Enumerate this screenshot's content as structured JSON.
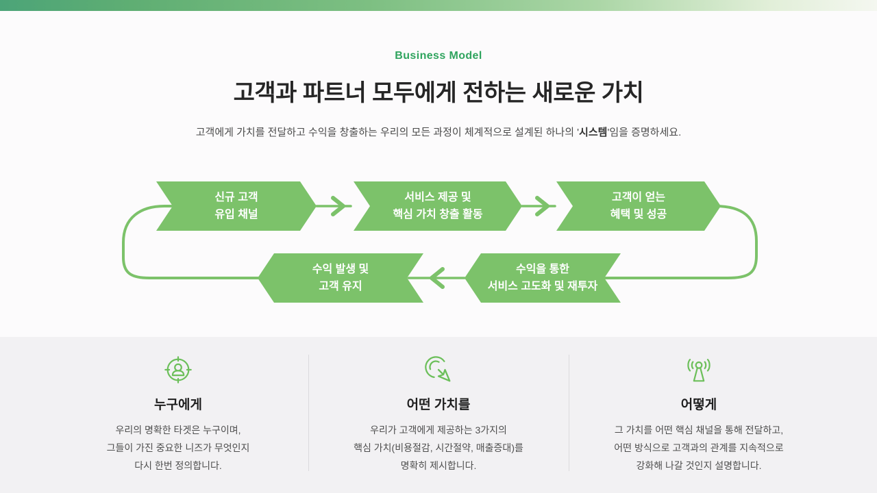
{
  "header": {
    "eyebrow": "Business Model",
    "title": "고객과 파트너 모두에게 전하는 새로운 가치",
    "subtitle_prefix": "고객에게 가치를 전달하고 수익을 창출하는 우리의 모든 과정이 체계적으로 설계된 하나의 '",
    "subtitle_bold": "시스템",
    "subtitle_suffix": "'임을 증명하세요."
  },
  "flow": {
    "steps": [
      {
        "line1": "신규 고객",
        "line2": "유입 채널"
      },
      {
        "line1": "서비스 제공 및",
        "line2": "핵심 가치 창출 활동"
      },
      {
        "line1": "고객이 얻는",
        "line2": "혜택 및 성공"
      },
      {
        "line1": "수익 발생 및",
        "line2": "고객 유지"
      },
      {
        "line1": "수익을 통한",
        "line2": "서비스 고도화 및 재투자"
      }
    ]
  },
  "columns": [
    {
      "icon": "target-user-icon",
      "title": "누구에게",
      "body": "우리의 명확한 타겟은 누구이며,\n그들이 가진 중요한 니즈가 무엇인지\n다시 한번 정의합니다."
    },
    {
      "icon": "cursor-click-icon",
      "title": "어떤 가치를",
      "body": "우리가 고객에게 제공하는 3가지의\n핵심 가치(비용절감, 시간절약, 매출증대)를\n명확히 제시합니다."
    },
    {
      "icon": "broadcast-antenna-icon",
      "title": "어떻게",
      "body": "그 가치를 어떤 핵심 채널을 통해 전달하고,\n어떤 방식으로 고객과의 관계를 지속적으로\n강화해 나갈 것인지 설명합니다."
    }
  ],
  "colors": {
    "accent_green": "#7CC26A",
    "eyebrow_green": "#2FA45E",
    "icon_green": "#6CBF5A",
    "topbar_gradient_start": "#4CA478",
    "topbar_gradient_end": "#F4F7F0",
    "bottom_background": "#F2F1F3",
    "title_text": "#262626"
  }
}
